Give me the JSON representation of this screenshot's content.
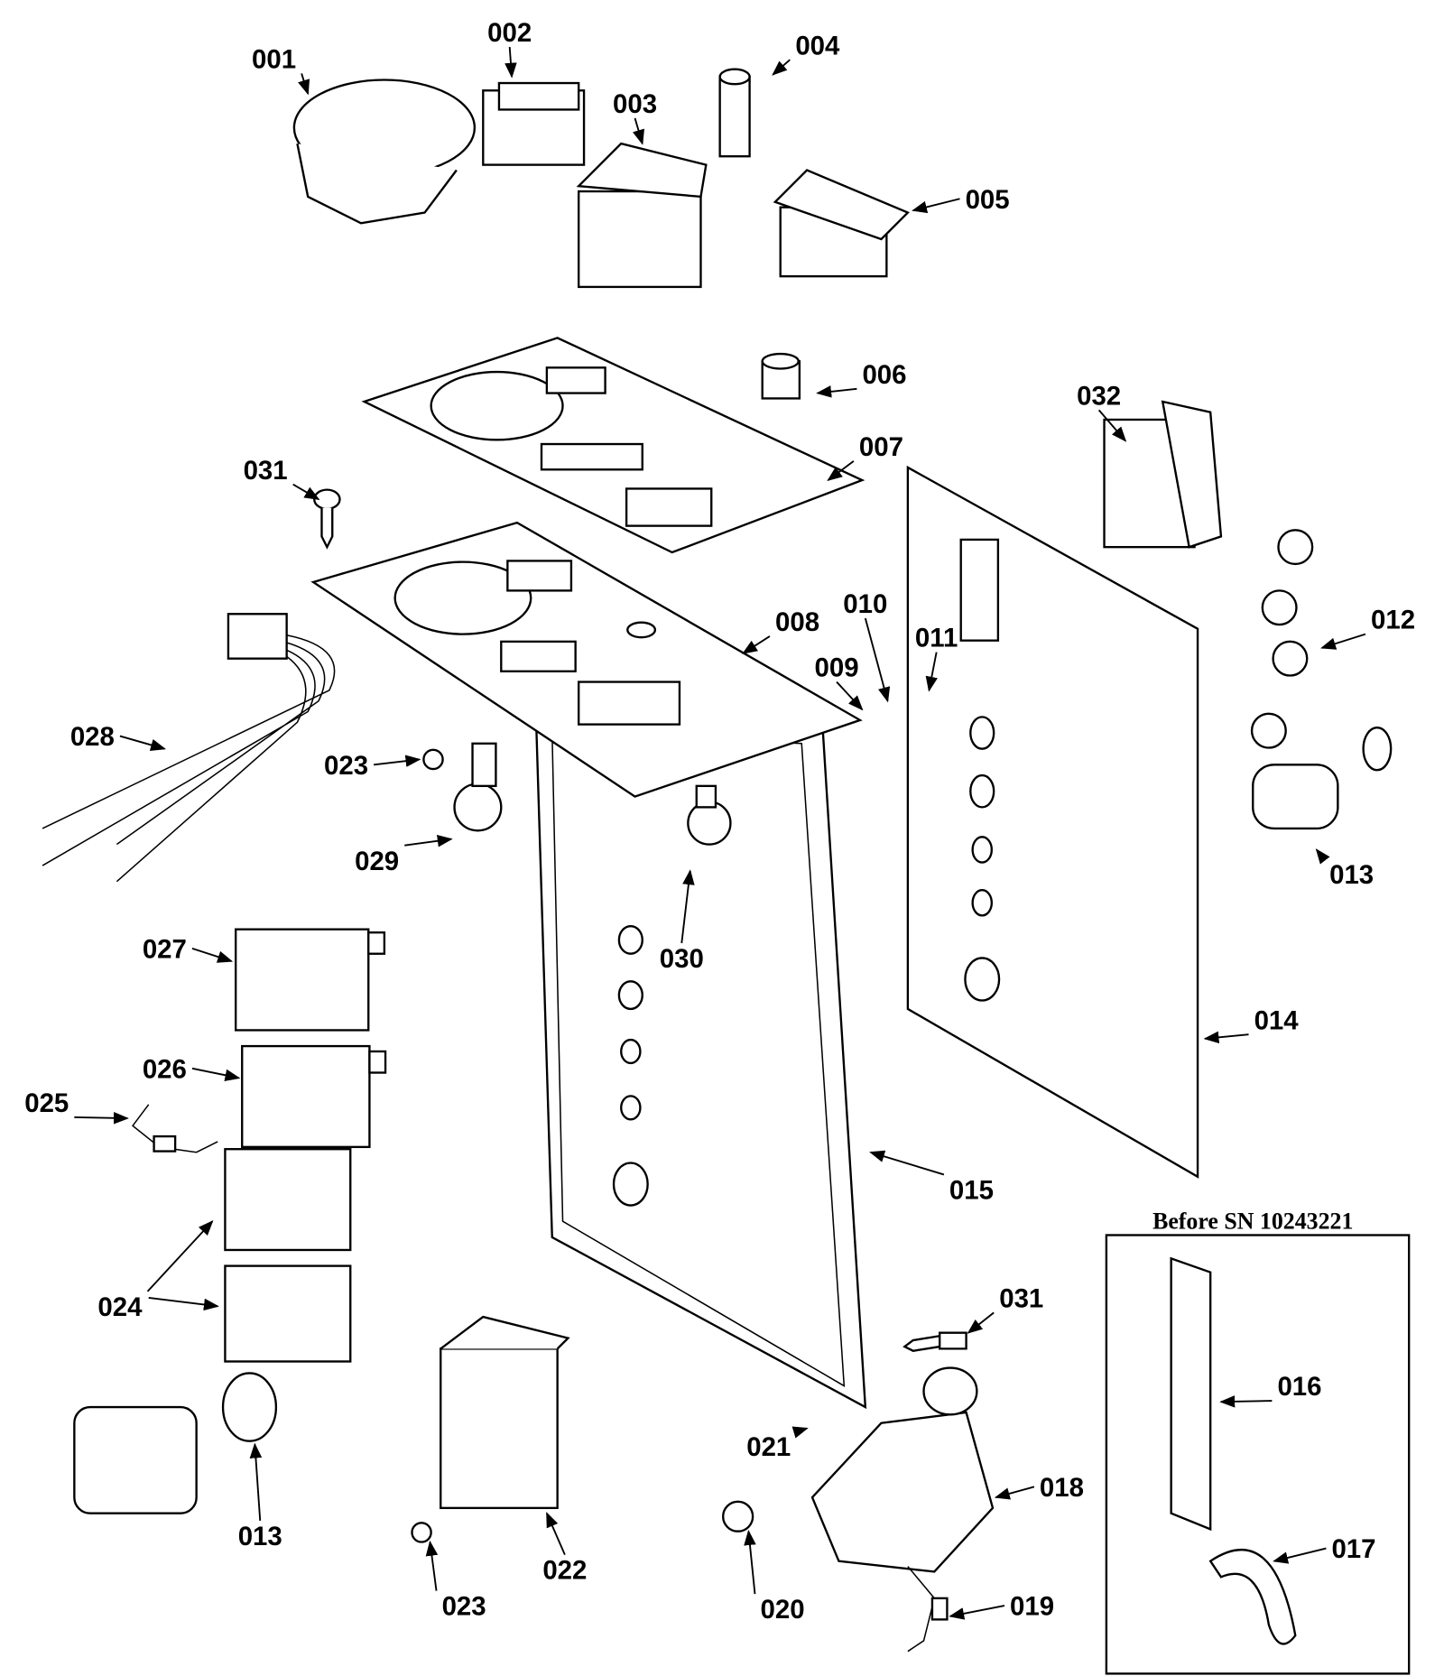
{
  "inset": {
    "title": "Before SN 10243221"
  },
  "callouts": [
    "001",
    "002",
    "003",
    "004",
    "005",
    "006",
    "007",
    "031",
    "032",
    "012",
    "008",
    "010",
    "011",
    "009",
    "028",
    "023",
    "029",
    "013",
    "030",
    "027",
    "014",
    "026",
    "025",
    "015",
    "024",
    "031",
    "016",
    "021",
    "018",
    "013",
    "022",
    "017",
    "023",
    "020",
    "019"
  ]
}
